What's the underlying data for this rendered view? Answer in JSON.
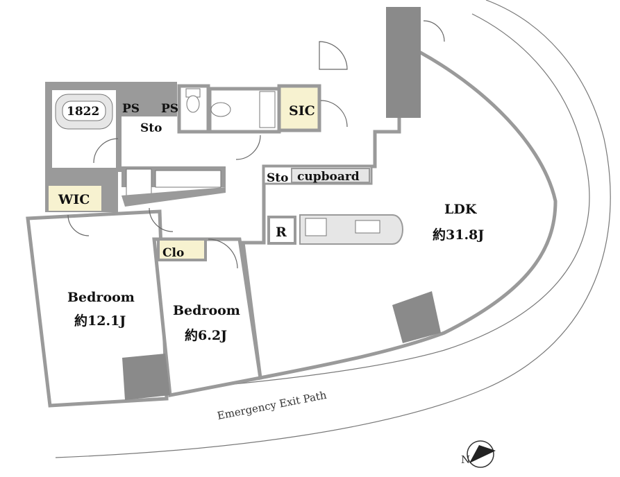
{
  "rooms": {
    "bath": "1822",
    "ps1": "PS",
    "ps2": "PS",
    "sto_top": "Sto",
    "sic": "SIC",
    "wic": "WIC",
    "sto_kitchen": "Sto",
    "cupboard": "cupboard",
    "refrigerator": "R",
    "clo": "Clo",
    "ldk_name": "LDK",
    "ldk_size": "約31.8J",
    "bedroom1_name": "Bedroom",
    "bedroom1_size": "約12.1J",
    "bedroom2_name": "Bedroom",
    "bedroom2_size": "約6.2J"
  },
  "exterior": {
    "exit_path": "Emergency Exit Path"
  },
  "compass": {
    "letter": "N"
  },
  "colors": {
    "wall": "#9a9a9a",
    "closet_fill": "#f7f2d0",
    "background": "#ffffff"
  }
}
